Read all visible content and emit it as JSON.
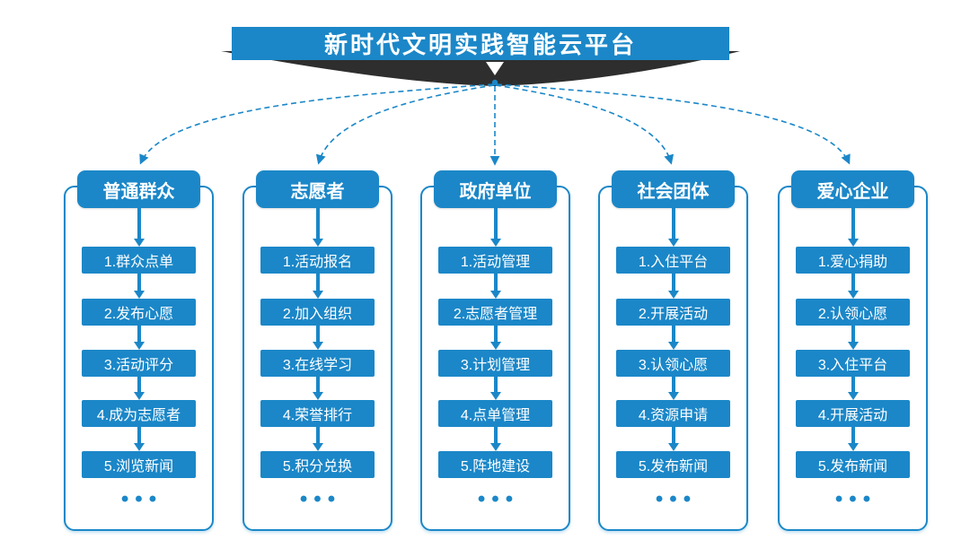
{
  "title": "新时代文明实践智能云平台",
  "more_label": "•••",
  "colors": {
    "primary": "#1b87c8",
    "ribbon": "#2e2e2e"
  },
  "columns": [
    {
      "header": "普通群众",
      "items": [
        "1.群众点单",
        "2.发布心愿",
        "3.活动评分",
        "4.成为志愿者",
        "5.浏览新闻"
      ]
    },
    {
      "header": "志愿者",
      "items": [
        "1.活动报名",
        "2.加入组织",
        "3.在线学习",
        "4.荣誉排行",
        "5.积分兑换"
      ]
    },
    {
      "header": "政府单位",
      "items": [
        "1.活动管理",
        "2.志愿者管理",
        "3.计划管理",
        "4.点单管理",
        "5.阵地建设"
      ]
    },
    {
      "header": "社会团体",
      "items": [
        "1.入住平台",
        "2.开展活动",
        "3.认领心愿",
        "4.资源申请",
        "5.发布新闻"
      ]
    },
    {
      "header": "爱心企业",
      "items": [
        "1.爱心捐助",
        "2.认领心愿",
        "3.入住平台",
        "4.开展活动",
        "5.发布新闻"
      ]
    }
  ]
}
